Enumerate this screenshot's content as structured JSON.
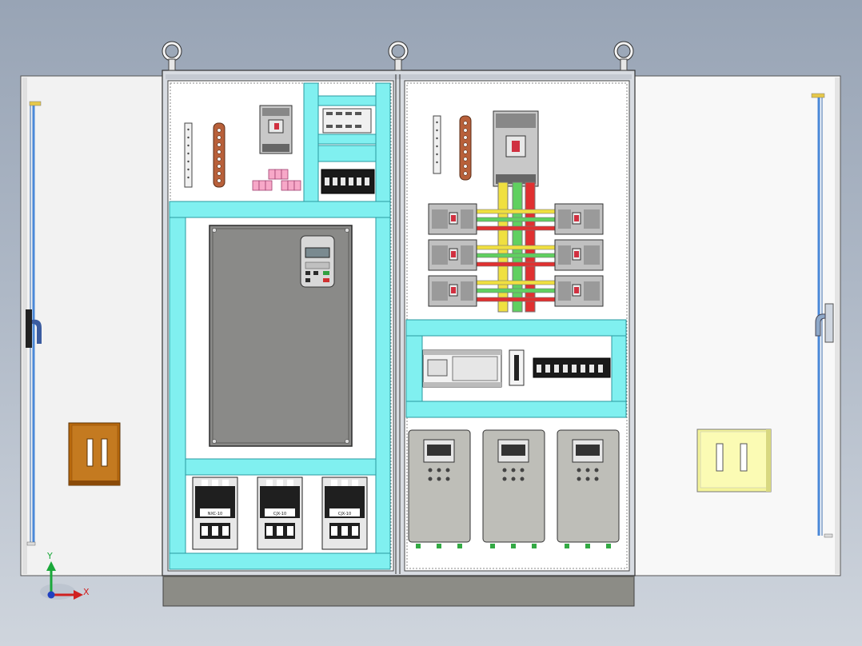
{
  "scene": {
    "colors": {
      "duct": "#80f0f0",
      "duct_edge": "#2a9aa0",
      "plate": "#ffffff",
      "cabinet_frame": "#d8dce2",
      "base": "#8c8c86",
      "drive": "#8a8a88",
      "busbar_yellow": "#f0e040",
      "busbar_green": "#60d060",
      "busbar_red": "#e03030",
      "copper": "#b8603a",
      "pocket_left": "#b8680c",
      "pocket_right": "#f4f49a",
      "door_rod": "#4a88d8"
    }
  },
  "labels": {
    "contactor": [
      "NXC-10",
      "CJX-10",
      "CJX-10"
    ]
  },
  "axis": {
    "y_label": "Y",
    "x_label": "X"
  }
}
